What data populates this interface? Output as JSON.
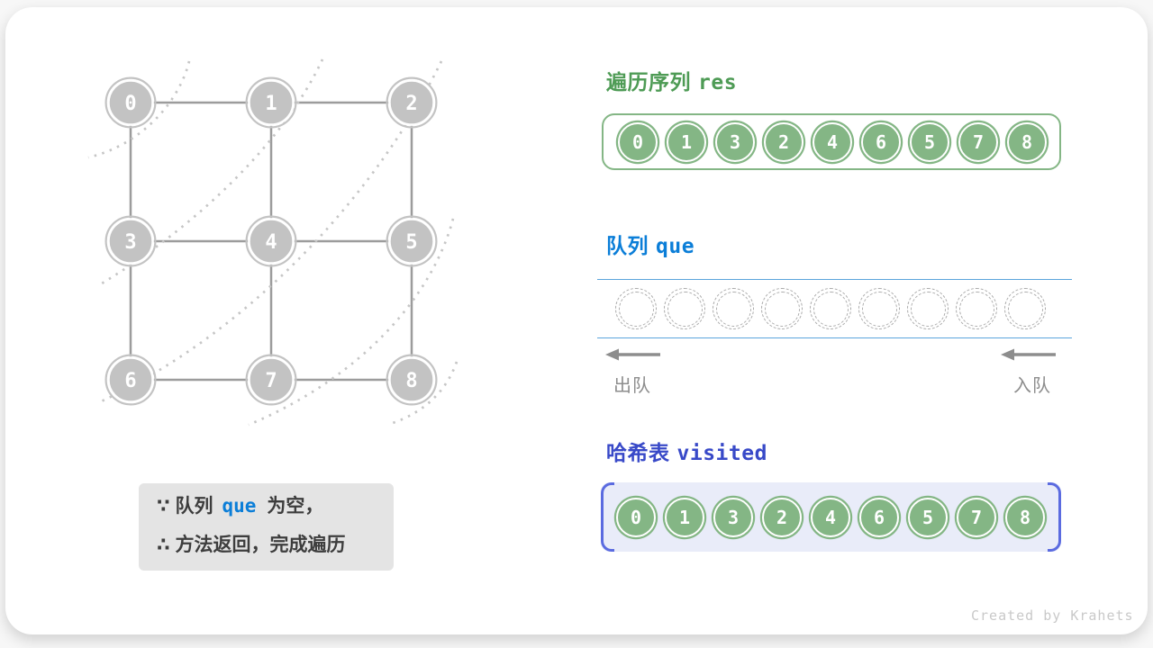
{
  "graph": {
    "nodes": [
      {
        "label": "0",
        "row": 0,
        "col": 0
      },
      {
        "label": "1",
        "row": 0,
        "col": 1
      },
      {
        "label": "2",
        "row": 0,
        "col": 2
      },
      {
        "label": "3",
        "row": 1,
        "col": 0
      },
      {
        "label": "4",
        "row": 1,
        "col": 1
      },
      {
        "label": "5",
        "row": 1,
        "col": 2
      },
      {
        "label": "6",
        "row": 2,
        "col": 0
      },
      {
        "label": "7",
        "row": 2,
        "col": 1
      },
      {
        "label": "8",
        "row": 2,
        "col": 2
      }
    ],
    "edges": [
      [
        0,
        1
      ],
      [
        1,
        2
      ],
      [
        3,
        4
      ],
      [
        4,
        5
      ],
      [
        6,
        7
      ],
      [
        7,
        8
      ],
      [
        0,
        3
      ],
      [
        3,
        6
      ],
      [
        1,
        4
      ],
      [
        4,
        7
      ],
      [
        2,
        5
      ],
      [
        5,
        8
      ]
    ],
    "level_separator_count": 5
  },
  "res": {
    "title_cn": "遍历序列",
    "title_code": "res",
    "values": [
      "0",
      "1",
      "3",
      "2",
      "4",
      "6",
      "5",
      "7",
      "8"
    ]
  },
  "queue": {
    "title_cn": "队列",
    "title_code": "que",
    "slots": 9,
    "dequeue_label": "出队",
    "enqueue_label": "入队"
  },
  "visited": {
    "title_cn": "哈希表",
    "title_code": "visited",
    "values": [
      "0",
      "1",
      "3",
      "2",
      "4",
      "6",
      "5",
      "7",
      "8"
    ]
  },
  "note": {
    "line1_prefix": "∵ 队列",
    "line1_code": "que",
    "line1_suffix": "为空，",
    "line2": "∴ 方法返回，完成遍历"
  },
  "watermark": "Created by Krahets",
  "colors": {
    "green_title": "#4e9b55",
    "green": "#84b685",
    "blue": "#0b7ed8",
    "queue_line": "#5aa4dc",
    "indigo_title": "#3849c8",
    "bracket": "#5b6be0",
    "visited_bg": "#e9ecf9",
    "node_gray": "#c3c3c3",
    "edge_gray": "#9c9c9c",
    "arc_gray": "#c6c6c6",
    "muted_gray": "#8d8d8d",
    "note_bg": "#e4e4e4",
    "note_text": "#3d3d3d",
    "watermark": "#c9c9c9"
  }
}
